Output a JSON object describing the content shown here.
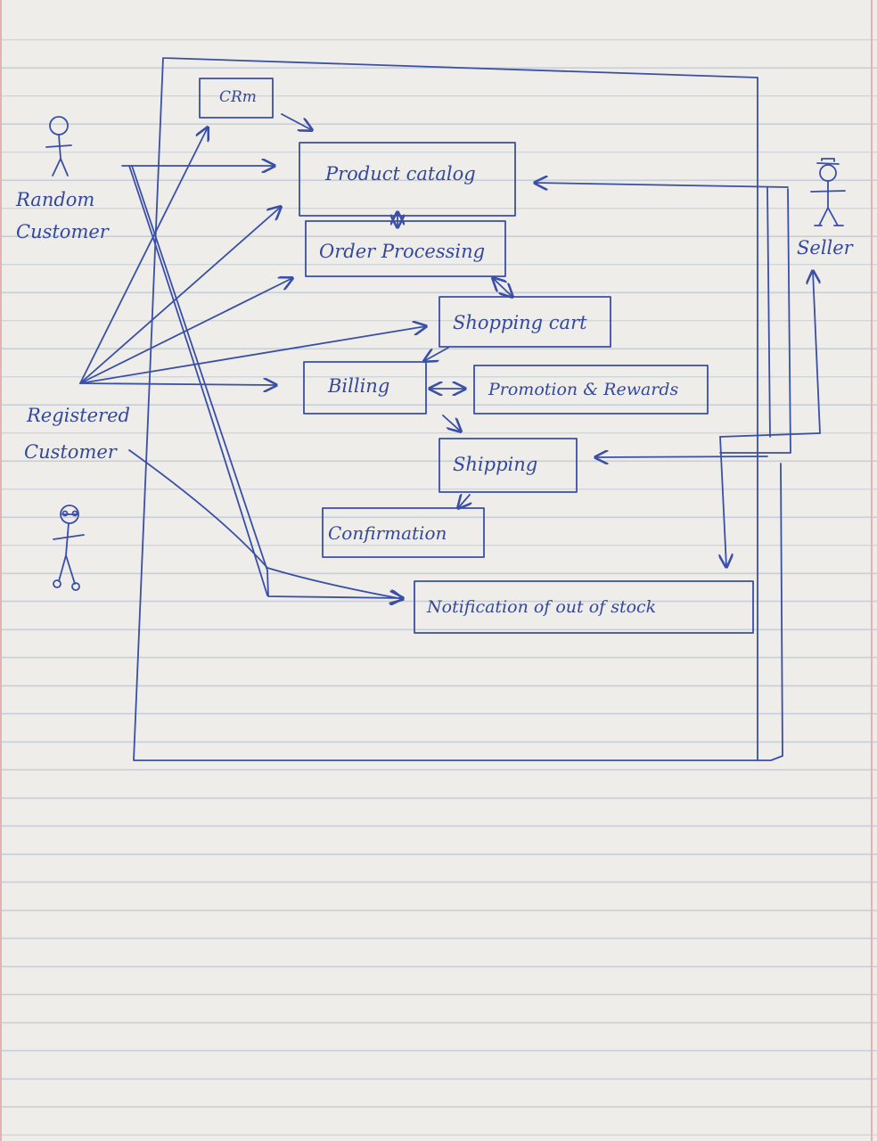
{
  "actors": {
    "random_customer": [
      "Random",
      "Customer"
    ],
    "registered_customer": [
      "Registered",
      "Customer"
    ],
    "seller": "Seller"
  },
  "boxes": {
    "crm": "CRm",
    "product_catalog": "Product catalog",
    "order_processing": "Order Processing",
    "shopping_cart": "Shopping cart",
    "billing": "Billing",
    "promotion_rewards": "Promotion & Rewards",
    "shipping": "Shipping",
    "confirmation": "Confirmation",
    "notification": "Notification of out of stock"
  },
  "colors": {
    "ink": "#3a4fa6",
    "paper": "#eeede9",
    "rule_line": "#c9cfd8",
    "margin_line": "#e3b3b3"
  }
}
